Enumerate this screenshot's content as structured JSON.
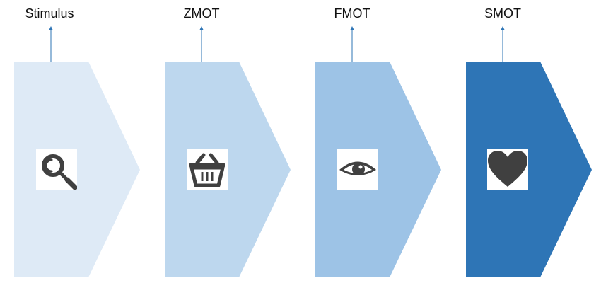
{
  "stages": [
    {
      "label": "Stimulus",
      "color": "#deeaf6",
      "icon": "magnifier-icon"
    },
    {
      "label": "ZMOT",
      "color": "#bdd7ee",
      "icon": "basket-icon"
    },
    {
      "label": "FMOT",
      "color": "#9dc3e6",
      "icon": "eye-icon"
    },
    {
      "label": "SMOT",
      "color": "#2e75b6",
      "icon": "heart-icon"
    }
  ],
  "colors": {
    "arrow": "#2e75b6",
    "icon": "#404040"
  }
}
